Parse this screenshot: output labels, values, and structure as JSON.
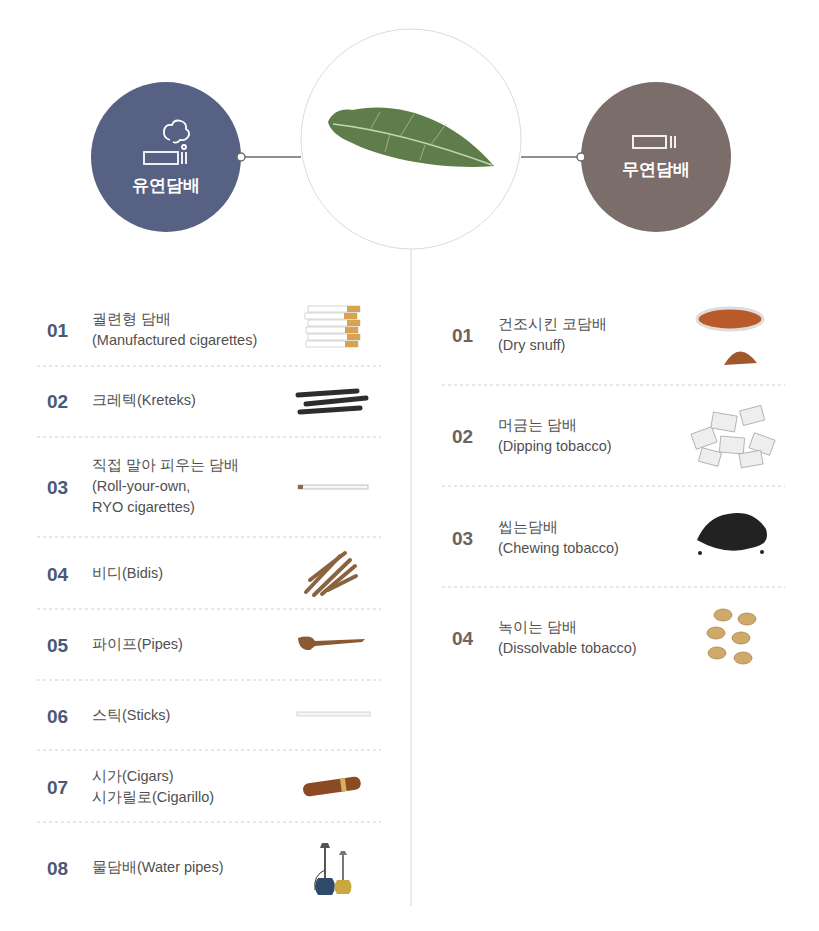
{
  "diagram": {
    "nodes": [
      {
        "text": [
          "유연담배"
        ]
      },
      {
        "text": [
          "무연담배"
        ]
      }
    ],
    "labels": [
      "01",
      "궐련형 담배",
      "(Manufactured cigarettes)",
      "02",
      "크레텍(Kreteks)",
      "03",
      "직접 말아 피우는 담배",
      "(Roll-your-own, RYO cigarettes)",
      "04",
      "비디(Bidis)",
      "05",
      "파이프(Pipes)",
      "06",
      "스틱(Sticks)",
      "07",
      "시가(Cigars)",
      "시가릴로(Cigarillo)",
      "08",
      "물담배(Water pipes)",
      "01",
      "건조시킨 코담배",
      "(Dry snuff)",
      "02",
      "머금는 담배",
      "(Dipping tobacco)",
      "03",
      "씹는담배",
      "(Chewing tobacco)",
      "04",
      "녹이는 담배",
      "(Dissolvable tobacco)"
    ]
  }
}
